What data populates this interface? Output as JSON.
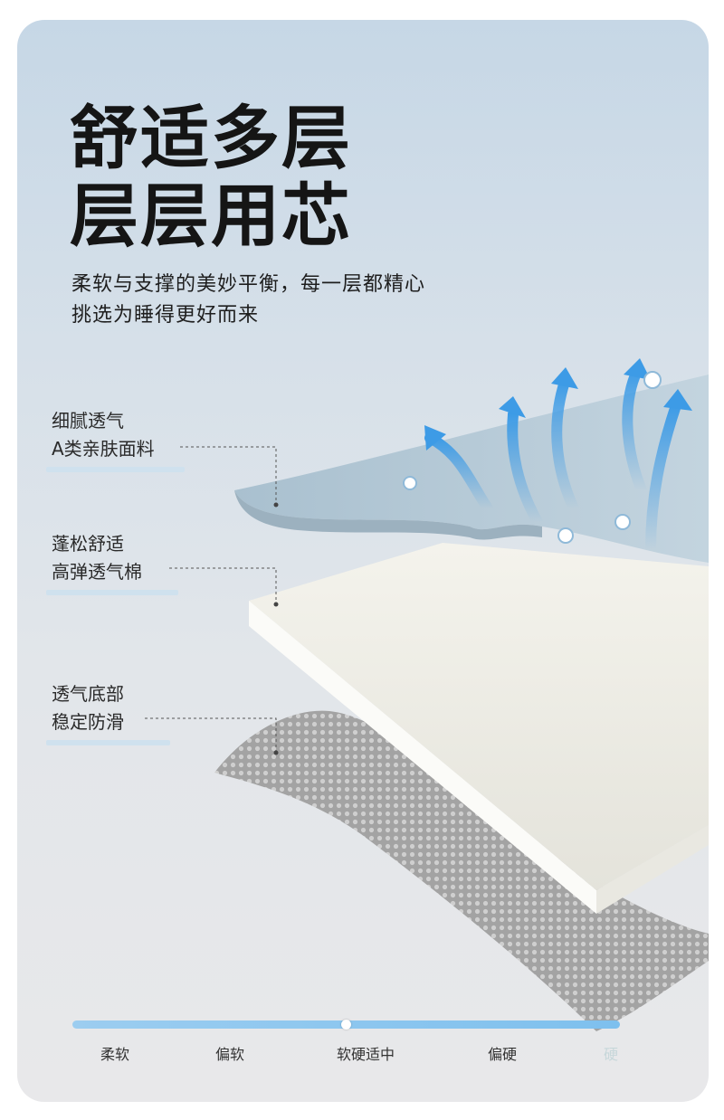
{
  "headline": {
    "line1": "舒适多层",
    "line2": "层层用芯"
  },
  "subtitle": {
    "line1": "柔软与支撑的美妙平衡，每一层都精心",
    "line2": "挑选为睡得更好而来"
  },
  "layers": [
    {
      "line1": "细腻透气",
      "line2": "A类亲肤面料"
    },
    {
      "line1": "蓬松舒适",
      "line2": "高弹透气棉"
    },
    {
      "line1": "透气底部",
      "line2": "稳定防滑"
    }
  ],
  "firmness_scale": {
    "labels": [
      "柔软",
      "偏软",
      "软硬适中",
      "偏硬",
      "硬"
    ],
    "selected": "软硬适中",
    "position": 0.5
  },
  "colors": {
    "top_layer": "#b5cad8",
    "middle_layer": "#f2f1e9",
    "bottom_layer": "#9a9a9a",
    "arrow": "#3d9be6",
    "slider": "#8ec8ef"
  }
}
